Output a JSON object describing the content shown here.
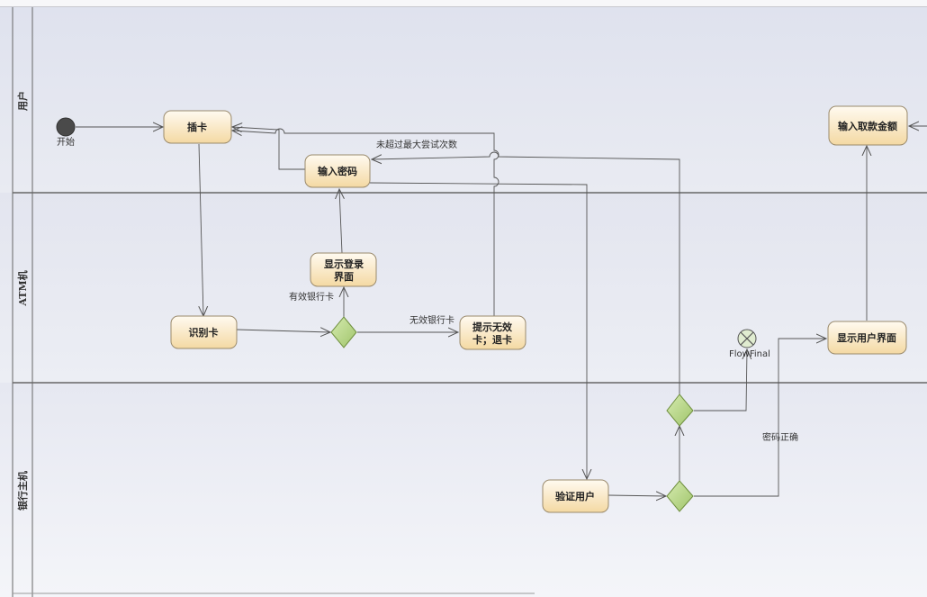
{
  "lanes": [
    {
      "id": "user",
      "label": "用户"
    },
    {
      "id": "atm",
      "label": "ATM机"
    },
    {
      "id": "host",
      "label": "银行主机"
    }
  ],
  "nodes": {
    "start_label": "开始",
    "insert_card": "插卡",
    "enter_password": "输入密码",
    "show_login_line1": "显示登录",
    "show_login_line2": "界面",
    "identify_card": "识别卡",
    "invalid_card_line1": "提示无效",
    "invalid_card_line2": "卡；退卡",
    "verify_user": "验证用户",
    "show_user_ui": "显示用户界面",
    "enter_amount": "输入取款金额",
    "flow_final_label": "FlowFinal"
  },
  "guards": {
    "not_exceeded": "未超过最大尝试次数",
    "valid_card": "有效银行卡",
    "invalid_card": "无效银行卡",
    "password_correct": "密码正确"
  },
  "colors": {
    "node_fill_top": "#fff8ea",
    "node_fill_bottom": "#f5dca8",
    "decision_fill": "#b9d88a",
    "lane_divider": "#666666"
  }
}
